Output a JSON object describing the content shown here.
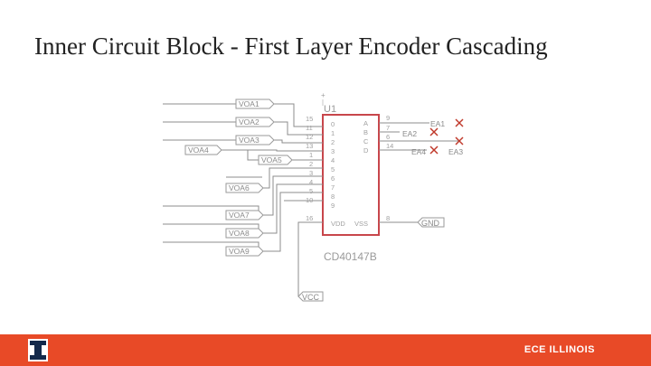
{
  "slide": {
    "title": "Inner Circuit Block - First Layer Encoder Cascading",
    "footer_brand": "ECE ILLINOIS"
  },
  "colors": {
    "wire": "#8c8c8c",
    "chip_outline": "#c8464b",
    "pin_text": "#a0a0a0",
    "footer_bg": "#e84a27",
    "logo_navy": "#13294b",
    "no_connect": "#c0392b"
  },
  "schematic": {
    "power_marker": "+",
    "chip": {
      "ref": "U1",
      "part": "CD40147B",
      "left_pins": [
        {
          "num": "15",
          "name": "0"
        },
        {
          "num": "11",
          "name": "1"
        },
        {
          "num": "12",
          "name": "2"
        },
        {
          "num": "13",
          "name": "3"
        },
        {
          "num": "1",
          "name": "4"
        },
        {
          "num": "2",
          "name": "5"
        },
        {
          "num": "3",
          "name": "6"
        },
        {
          "num": "4",
          "name": "7"
        },
        {
          "num": "5",
          "name": "8"
        },
        {
          "num": "10",
          "name": "9"
        }
      ],
      "right_pins": [
        {
          "num": "9",
          "name": "A"
        },
        {
          "num": "7",
          "name": "B"
        },
        {
          "num": "6",
          "name": "C"
        },
        {
          "num": "14",
          "name": "D"
        }
      ],
      "power_pins": {
        "vdd_num": "16",
        "vdd_name": "VDD",
        "vss_num": "8",
        "vss_name": "VSS"
      }
    },
    "input_labels": [
      "VOA1",
      "VOA2",
      "VOA3",
      "VOA4",
      "VOA5",
      "VOA6",
      "VOA7",
      "VOA8",
      "VOA9"
    ],
    "output_labels": [
      "EA1",
      "EA2",
      "EA4",
      "EA3"
    ],
    "gnd_label": "GND",
    "vcc_label": "VCC"
  }
}
